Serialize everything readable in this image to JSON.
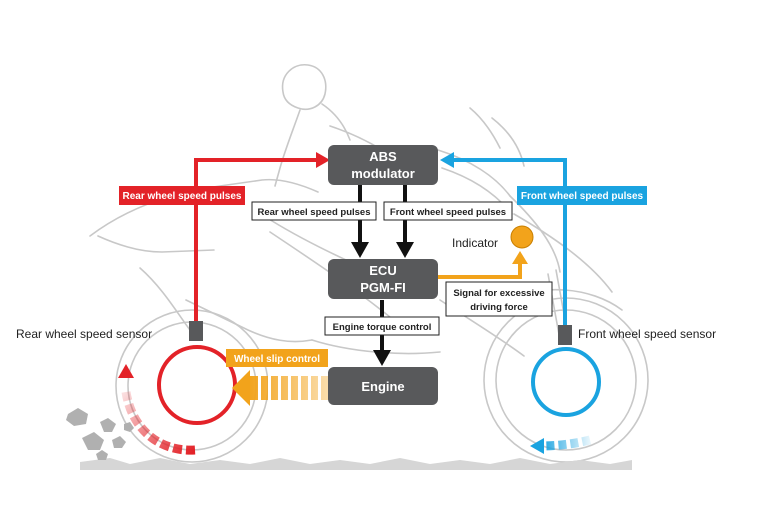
{
  "diagram": {
    "nodes": {
      "abs": {
        "line1": "ABS",
        "line2": "modulator"
      },
      "ecu": {
        "line1": "ECU",
        "line2": "PGM-FI"
      },
      "engine": {
        "label": "Engine"
      },
      "indicator": {
        "label": "Indicator"
      }
    },
    "labels": {
      "rear_pulses_tag": "Rear wheel speed pulses",
      "front_pulses_tag": "Front wheel speed pulses",
      "rear_pulses_box": "Rear wheel speed pulses",
      "front_pulses_box": "Front wheel speed pulses",
      "engine_torque": "Engine torque control",
      "signal_line1": "Signal for excessive",
      "signal_line2": "driving force",
      "wheel_slip": "Wheel  slip control",
      "rear_sensor": "Rear wheel speed sensor",
      "front_sensor": "Front wheel speed sensor"
    },
    "colors": {
      "rear": "#e32228",
      "front": "#1aa3e0",
      "orange": "#f2a31b",
      "node": "#58595b",
      "outline": "#c8c8c8",
      "arrow": "#111111"
    }
  }
}
